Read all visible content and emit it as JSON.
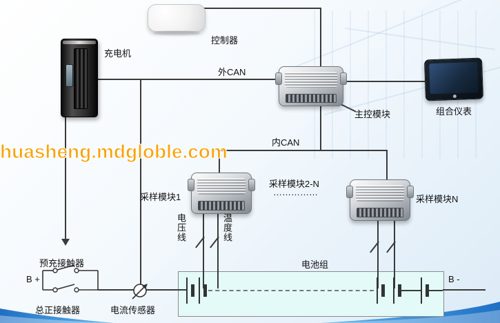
{
  "watermark": {
    "text": "huasheng.mdgloble.com"
  },
  "colors": {
    "watermark": "#f8a30c",
    "line": "#3a3a3a",
    "battery_fill": "#e3faf8",
    "swoosh_dark": "#1f6fc4",
    "swoosh_light": "#62b6ec"
  },
  "devices": {
    "controller": {
      "label": "控制器"
    },
    "charger": {
      "label": "充电机"
    },
    "main_module": {
      "label": "主控模块"
    },
    "instrument_cluster": {
      "label": "组合仪表"
    },
    "sampling_module_1": {
      "label": "采样模块1"
    },
    "sampling_module_2n": {
      "label": "采样模块2-N",
      "dots": "……………"
    },
    "sampling_module_n": {
      "label": "采样模块N"
    }
  },
  "buses": {
    "external_can": {
      "label": "外CAN"
    },
    "internal_can": {
      "label": "内CAN"
    }
  },
  "wires": {
    "voltage_line": {
      "label": "电压线"
    },
    "temperature_line": {
      "label": "温度线"
    }
  },
  "battery": {
    "label": "电池组",
    "terminal_positive": "B +",
    "terminal_negative": "B -"
  },
  "components": {
    "precharge_contactor": {
      "label": "预充接触器"
    },
    "main_positive_contactor": {
      "label": "总正接触器"
    },
    "current_sensor": {
      "label": "电流传感器"
    }
  }
}
